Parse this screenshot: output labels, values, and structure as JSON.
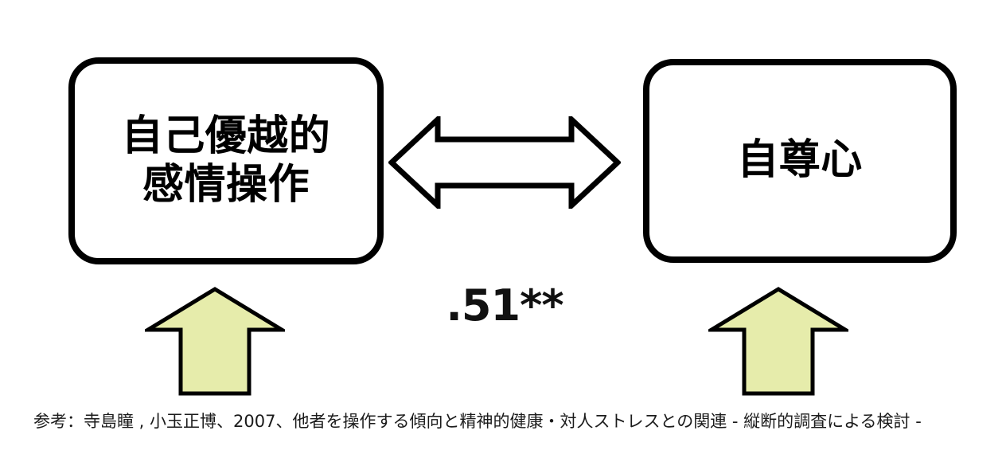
{
  "diagram": {
    "type": "concept-relationship-diagram",
    "background_color": "#ffffff",
    "boxes": [
      {
        "id": "self-superior-emotional-manipulation",
        "label": "自己優越的\n感情操作",
        "border_color": "#000000",
        "fill_color": "#ffffff"
      },
      {
        "id": "self-esteem",
        "label": "自尊心",
        "border_color": "#000000",
        "fill_color": "#ffffff"
      }
    ],
    "relationship": {
      "arrow_type": "bidirectional",
      "arrow_fill": "#ffffff",
      "arrow_stroke": "#000000",
      "correlation_label": ".51**"
    },
    "influence_arrows": {
      "direction": "upward",
      "count": 2,
      "fill_color": "#e6ecab",
      "stroke_color": "#000000"
    },
    "caption": "参考：寺島瞳 , 小玉正博、2007、他者を操作する傾向と精神的健康・対人ストレスとの関連 - 縦断的調査による検討 -"
  }
}
